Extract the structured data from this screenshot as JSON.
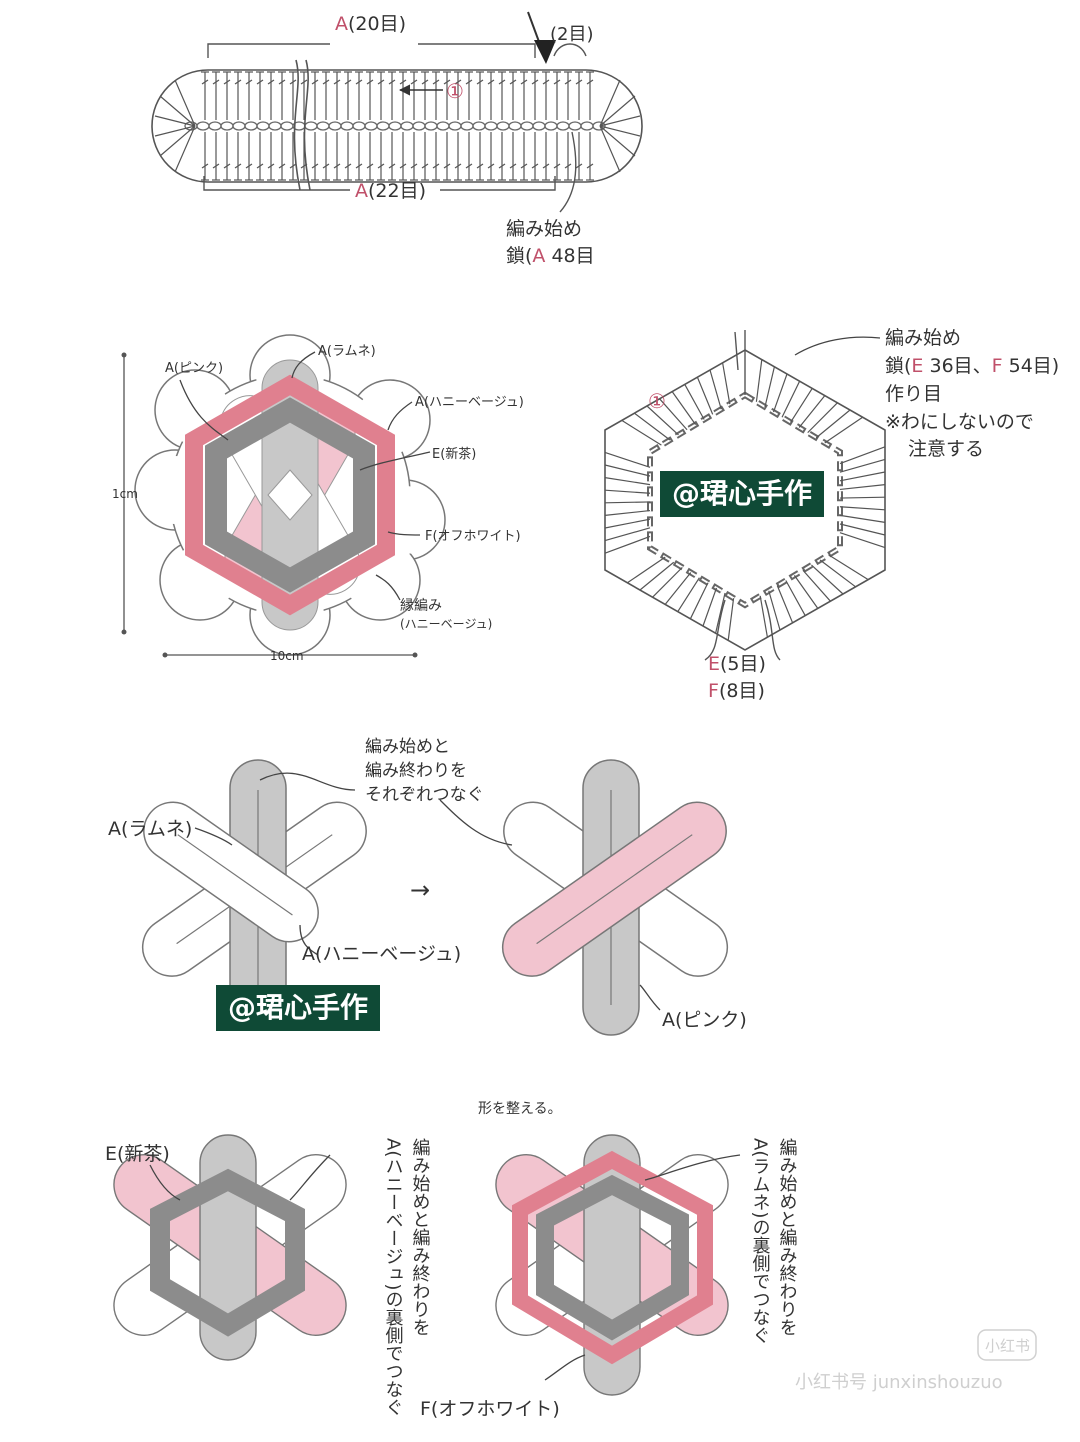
{
  "panel1": {
    "top_label": "A(20目)",
    "top_label_a": "A",
    "top_label_rest": "(20目)",
    "right_label": "(2目)",
    "row_number": "①",
    "bottom_label_a": "A",
    "bottom_label_rest": "(22目)",
    "start_line1": "編み始め",
    "start_line2_pre": "鎖(",
    "start_line2_a": "A",
    "start_line2_post": " 48目"
  },
  "panel2": {
    "label_pink": "A(ピンク)",
    "label_ramune": "A(ラムネ)",
    "label_honey": "A(ハニーベージュ)",
    "label_e": "E(新茶)",
    "label_f": "F(オフホワイト)",
    "label_edge1": "縁編み",
    "label_edge2": "(ハニーベージュ)",
    "dim_height": "1cm",
    "dim_width": "10cm"
  },
  "panel3": {
    "start_line1": "編み始め",
    "start_line2_pre": "鎖(",
    "e": "E",
    "mid1": " 36目、",
    "f": "F",
    "mid2": " 54目)",
    "line3": "作り目",
    "note1": "※わにしないので",
    "note2": "注意する",
    "row_number": "①",
    "e_count_e": "E",
    "e_count": "(5目)",
    "f_count_f": "F",
    "f_count": "(8目)"
  },
  "watermark": "@珺心手作",
  "panel4": {
    "label_ramune": "A(ラムネ)",
    "label_honey": "A(ハニーベージュ)",
    "note_line1": "編み始めと",
    "note_line2": "編み終わりを",
    "note_line3": "それぞれつなぐ",
    "arrow": "→",
    "label_pink": "A(ピンク)"
  },
  "panel5": {
    "caption": "形を整える。",
    "label_e": "E(新茶)",
    "vnote_left": "A(ハニーベージュ)の裏側でつなぐ",
    "vnote_left_2": "編み始めと編み終わりを",
    "vnote_right": "A(ラムネ)の裏側でつなぐ",
    "vnote_right_2": "編み始めと編み終わりを",
    "label_f": "F(オフホワイト)"
  },
  "corner_watermark": "小红书号 junxinshouzuo",
  "corner_logo": "小红书",
  "colors": {
    "pink": "#f2c4cf",
    "rose": "#e0808f",
    "gray_light": "#c8c8c8",
    "gray_dark": "#8c8c8c",
    "badge": "#0f4a36",
    "accent_red": "#c0506a"
  }
}
